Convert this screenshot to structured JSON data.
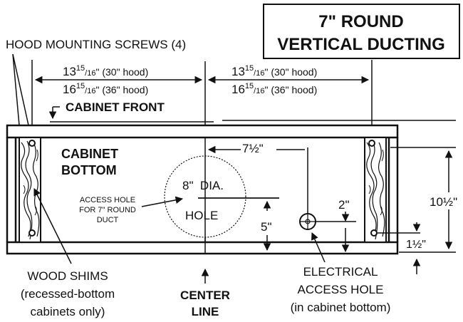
{
  "title": {
    "line1": "7\" ROUND",
    "line2": "VERTICAL DUCTING"
  },
  "labels": {
    "hood_screws": "HOOD MOUNTING SCREWS (4)",
    "cabinet_front": "CABINET FRONT",
    "cabinet_bottom_1": "CABINET",
    "cabinet_bottom_2": "BOTTOM",
    "access_hole_1": "ACCESS HOLE",
    "access_hole_2": "FOR 7\" ROUND",
    "access_hole_3": "DUCT",
    "dia": "8\"  DIA.",
    "hole": "HOLE",
    "wood_shims_1": "WOOD SHIMS",
    "wood_shims_2": "(recessed-bottom",
    "wood_shims_3": "cabinets only)",
    "center_1": "CENTER",
    "center_2": "LINE",
    "elec_1": "ELECTRICAL",
    "elec_2": "ACCESS HOLE",
    "elec_3": "(in cabinet bottom)"
  },
  "dimensions": {
    "left_30_whole": "13",
    "left_30_num": "15",
    "left_30_den": "16",
    "left_30_note": "\" (30\" hood)",
    "left_36_whole": "16",
    "left_36_num": "15",
    "left_36_den": "16",
    "left_36_note": "\" (36\" hood)",
    "right_30_whole": "13",
    "right_30_num": "15",
    "right_30_den": "16",
    "right_30_note": "\" (30\" hood)",
    "right_36_whole": "16",
    "right_36_num": "15",
    "right_36_den": "16",
    "right_36_note": "\" (36\" hood)",
    "seven_half": "7½\"",
    "two": "2\"",
    "five": "5\"",
    "ten_half": "10½\"",
    "one_half": "1½\""
  }
}
